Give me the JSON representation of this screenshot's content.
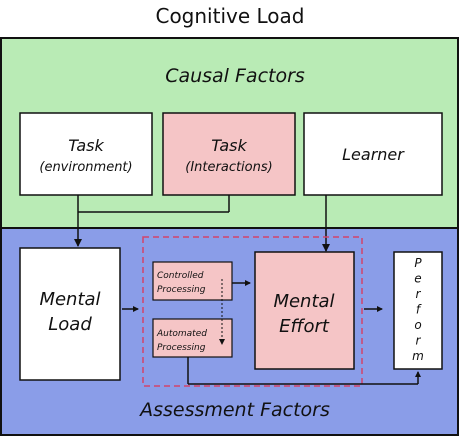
{
  "title": "Cognitive Load",
  "sections": {
    "causal": "Causal Factors",
    "assessment": "Assessment Factors"
  },
  "boxes": {
    "task_environment": {
      "line1": "Task",
      "line2": "(environment)"
    },
    "task_interactions": {
      "line1": "Task",
      "line2": "(Interactions)"
    },
    "learner": "Learner",
    "mental_load": {
      "line1": "Mental",
      "line2": "Load"
    },
    "controlled_processing": {
      "line1": "Controlled",
      "line2": "Processing"
    },
    "automated_processing": {
      "line1": "Automated",
      "line2": "Processing"
    },
    "mental_effort": {
      "line1": "Mental",
      "line2": "Effort"
    },
    "perform": [
      "P",
      "e",
      "r",
      "f",
      "o",
      "r",
      "m"
    ]
  },
  "colors": {
    "causal_bg": "#b9ebb5",
    "assessment_bg": "#8a9de8",
    "white_box": "#ffffff",
    "pink_box": "#f5c5c6",
    "dashed_border": "#d2456a",
    "line": "#111111"
  }
}
